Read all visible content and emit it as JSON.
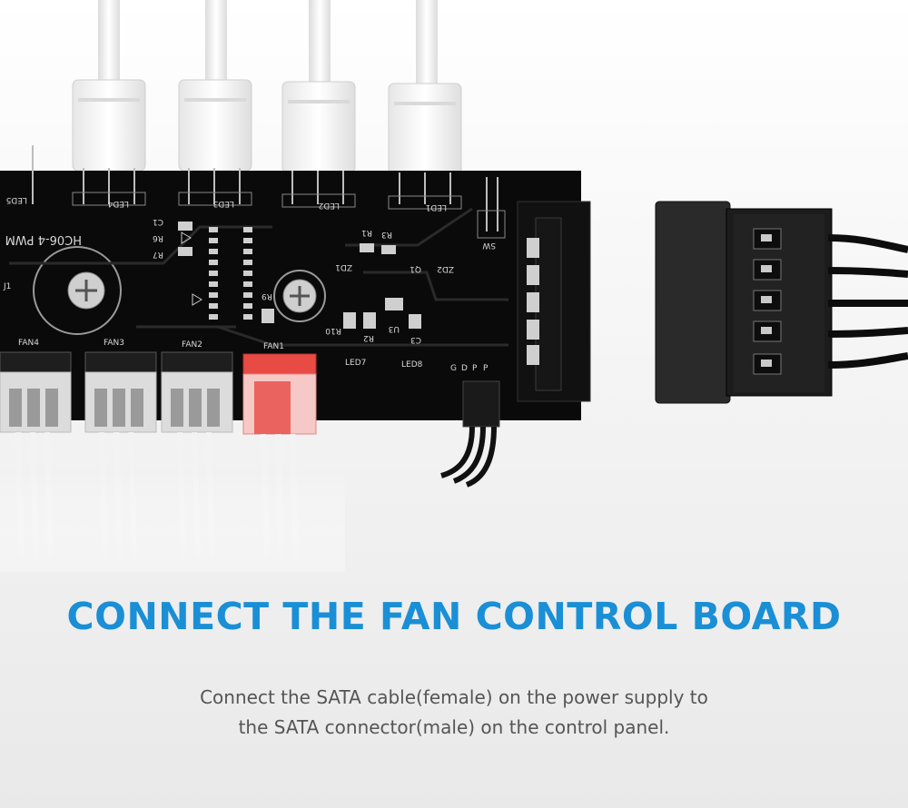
{
  "colors": {
    "headline": "#1a8fd6",
    "body_text": "#555555",
    "pcb": "#0a0a0a",
    "silkscreen": "#d8d8d8",
    "fan1_connector": "#e84a44",
    "sata_body": "#1c1c1c",
    "cable": "#f4f4f4"
  },
  "board": {
    "model": "HC06-4 PWM",
    "led_labels": [
      "LED5",
      "LED4",
      "LED3",
      "LED2",
      "LED1",
      "LED7",
      "LED8"
    ],
    "fan_labels": [
      "FAN4",
      "FAN3",
      "FAN2",
      "FAN1"
    ],
    "component_labels": [
      "C1",
      "R6",
      "R7",
      "R1",
      "R3",
      "ZD1",
      "Q1",
      "ZD2",
      "R9",
      "R10",
      "R2",
      "U3",
      "C3",
      "SW",
      "J1"
    ],
    "pin_labels": [
      "G",
      "D",
      "P",
      "P"
    ]
  },
  "headline": "CONNECT THE FAN CONTROL BOARD",
  "description": {
    "line1": "Connect the SATA cable(female) on the power supply to",
    "line2": "the SATA connector(male) on the control panel."
  }
}
